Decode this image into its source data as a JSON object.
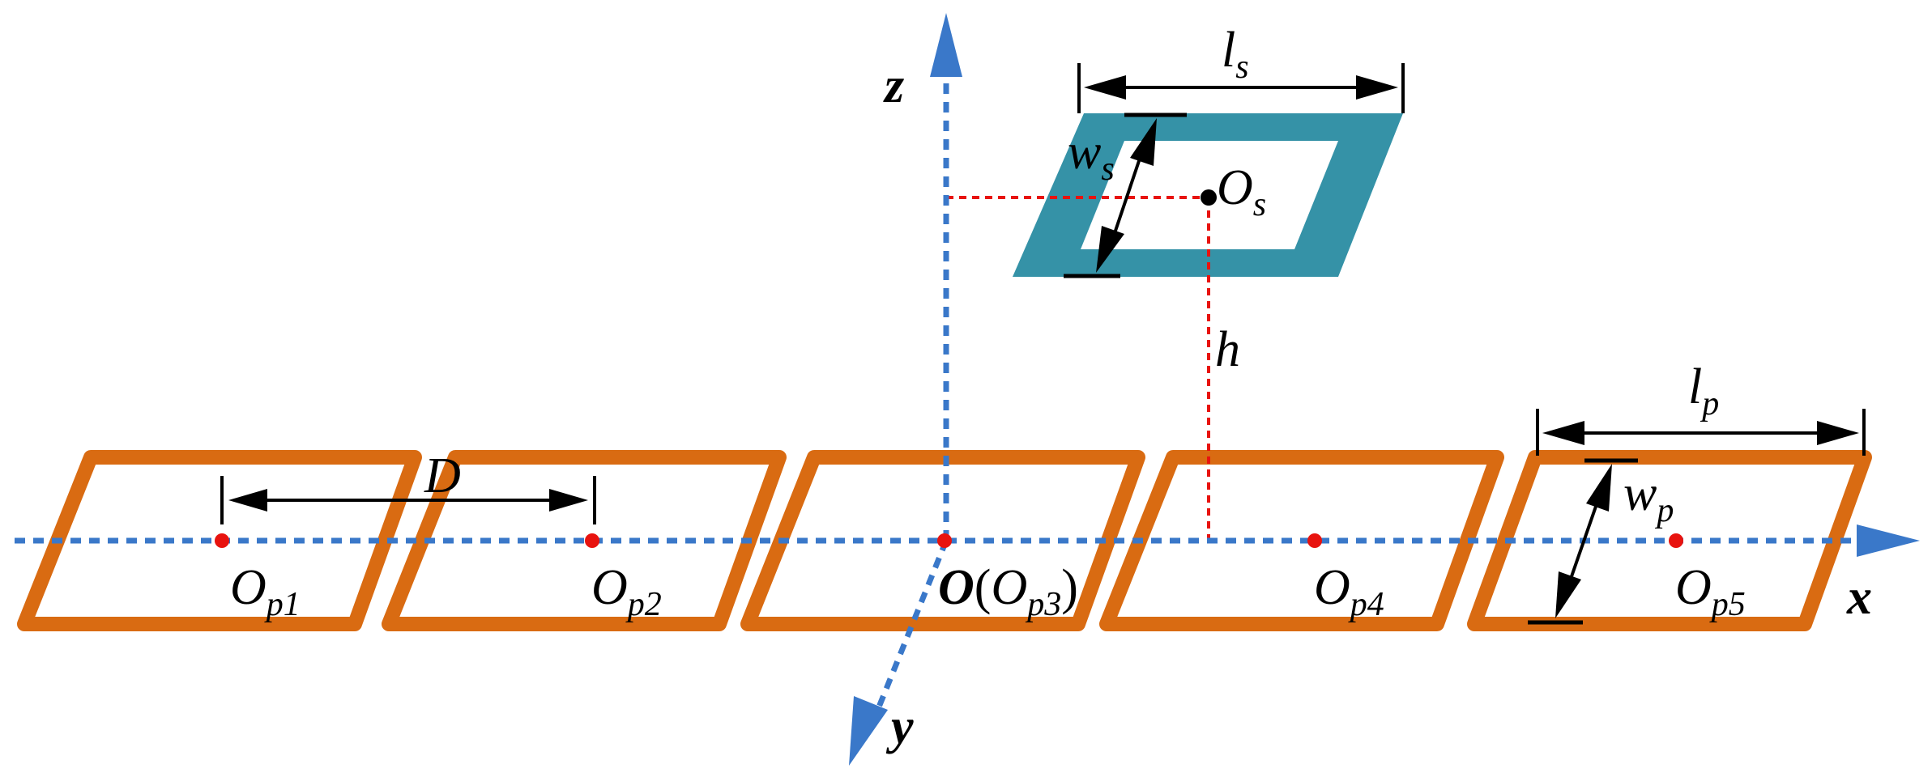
{
  "colors": {
    "primary_coil": "#D96B12",
    "secondary_coil": "#3592A7",
    "axis": "#3A78C9",
    "guide_line": "#E8130F",
    "center_dot": "#E8130F",
    "secondary_center_dot": "#000000",
    "dimension": "#000000"
  },
  "axes": {
    "z": "z",
    "x": "x",
    "y": "y"
  },
  "origin": {
    "main": "O",
    "paren_open": "(",
    "o": "O",
    "sub": "p3",
    "paren_close": ")"
  },
  "primary_coils": [
    {
      "id": "p1",
      "label": "O",
      "sub": "p1"
    },
    {
      "id": "p2",
      "label": "O",
      "sub": "p2"
    },
    {
      "id": "p3",
      "label": "O",
      "sub": "p3"
    },
    {
      "id": "p4",
      "label": "O",
      "sub": "p4"
    },
    {
      "id": "p5",
      "label": "O",
      "sub": "p5"
    }
  ],
  "secondary_coil": {
    "label": "O",
    "sub": "s"
  },
  "dimensions": {
    "spacing": "D",
    "height": "h",
    "ls": {
      "main": "l",
      "sub": "s"
    },
    "ws": {
      "main": "w",
      "sub": "s"
    },
    "lp": {
      "main": "l",
      "sub": "p"
    },
    "wp": {
      "main": "w",
      "sub": "p"
    }
  }
}
